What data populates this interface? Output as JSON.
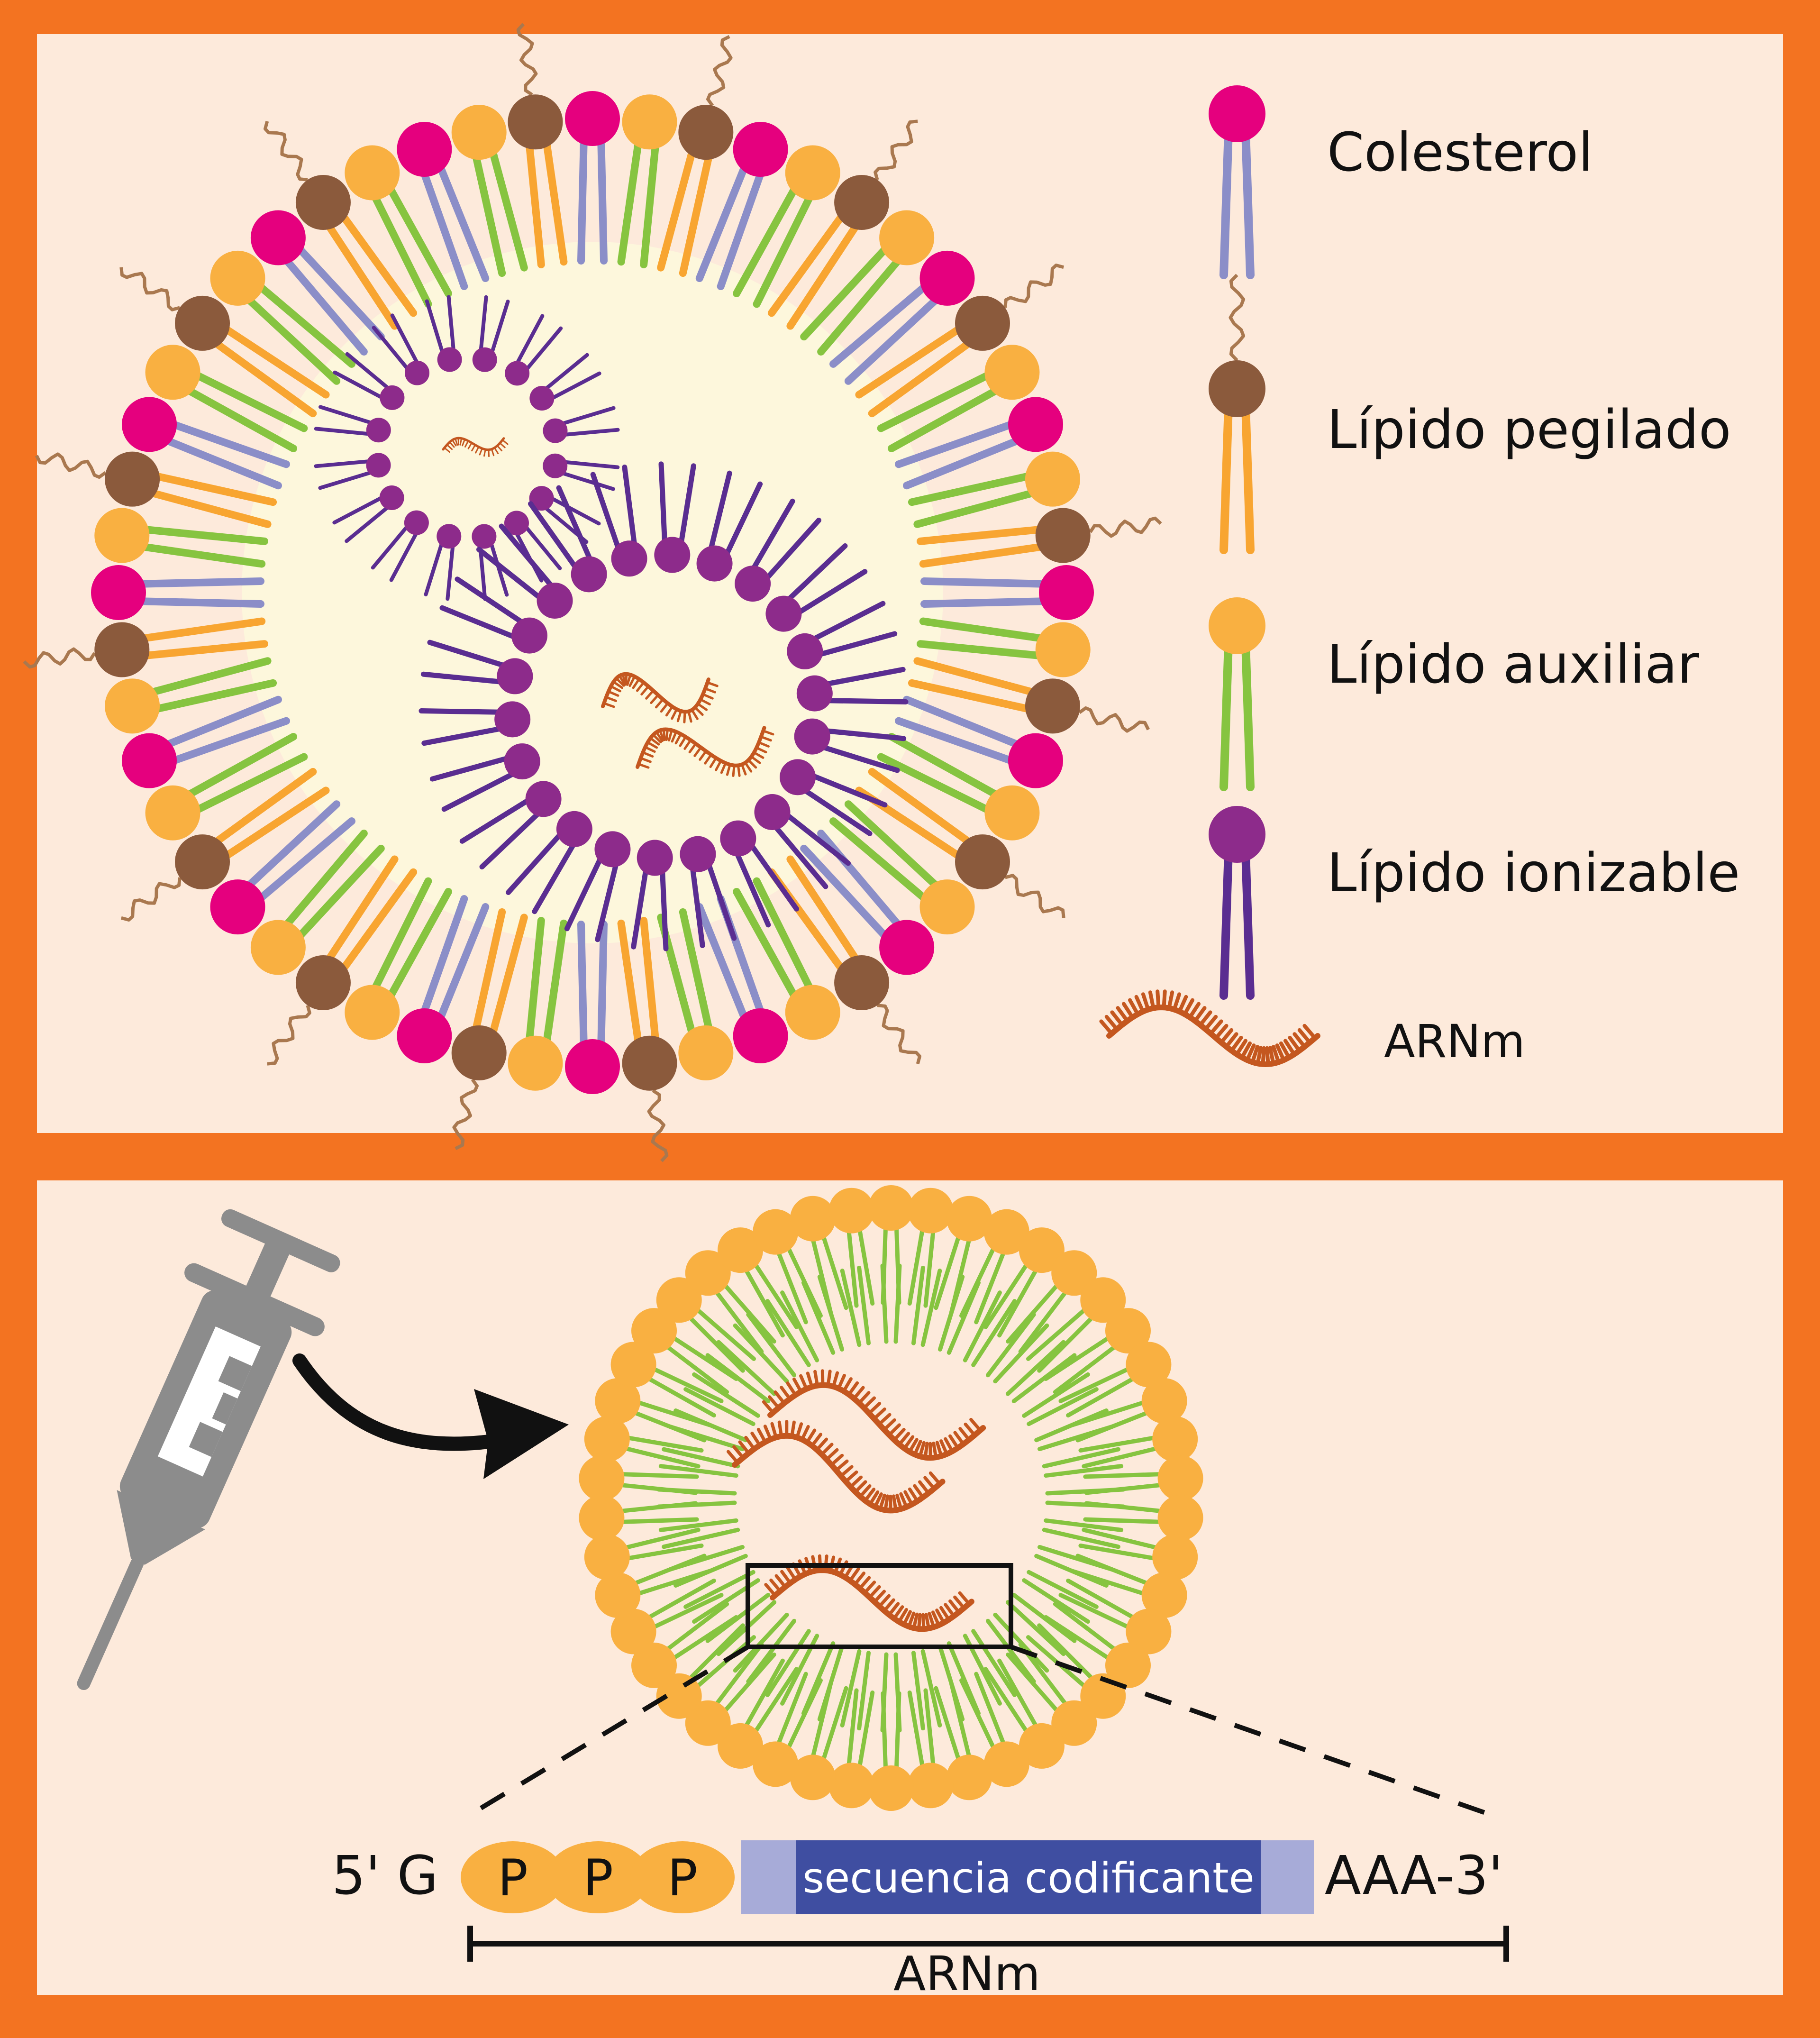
{
  "colors": {
    "frame": "#f37321",
    "panel": "#fdeadb",
    "core": "#fdf7dc",
    "cholesterol_head": "#e5007e",
    "cholesterol_tail": "#8b8ec8",
    "pegylated_head": "#8b5a3c",
    "pegylated_tail": "#f8a531",
    "peg_chain": "#a9784f",
    "helper_head": "#f9b041",
    "helper_tail": "#86c440",
    "ionizable_head": "#8d2b8b",
    "ionizable_tail": "#5a2d91",
    "mrna": "#c4571f",
    "syringe": "#8c8c8c",
    "arrow": "#111111",
    "utr": "#a7abd8",
    "coding": "#3f4ea1"
  },
  "legend": {
    "items": [
      {
        "key": "cholesterol",
        "label": "Colesterol",
        "icon": "cholesterol-lipid-icon"
      },
      {
        "key": "pegylated",
        "label": "Lípido pegilado",
        "icon": "pegylated-lipid-icon"
      },
      {
        "key": "helper",
        "label": "Lípido auxiliar",
        "icon": "helper-lipid-icon"
      },
      {
        "key": "ionizable",
        "label": "Lípido ionizable",
        "icon": "ionizable-lipid-icon"
      },
      {
        "key": "mrna",
        "label": "ARNm",
        "icon": "mrna-strand-icon"
      }
    ]
  },
  "mrna_construct": {
    "five_prime": "5' G",
    "phosphates": [
      "P",
      "P",
      "P"
    ],
    "coding": "secuencia codificante",
    "three_prime": "AAA-3'",
    "span_label": "ARNm"
  },
  "syringe": {
    "icon": "syringe-icon",
    "mark": "E"
  }
}
